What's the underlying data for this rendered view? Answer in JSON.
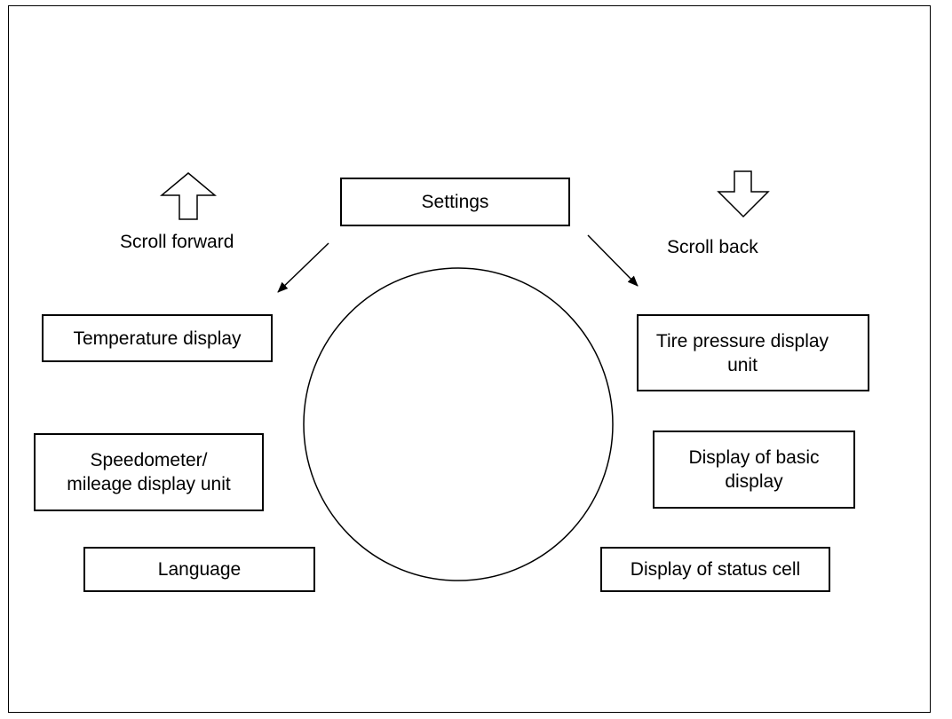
{
  "diagram": {
    "center": "Settings",
    "scroll_forward_label": "Scroll forward",
    "scroll_back_label": "Scroll back",
    "items": [
      {
        "lines": [
          "Temperature display"
        ]
      },
      {
        "lines": [
          "Speedometer/",
          "mileage display unit"
        ]
      },
      {
        "lines": [
          "Language"
        ]
      },
      {
        "lines": [
          "Tire pressure display",
          "unit"
        ]
      },
      {
        "lines": [
          "Display of basic",
          "display"
        ]
      },
      {
        "lines": [
          "Display of status cell"
        ]
      }
    ]
  }
}
